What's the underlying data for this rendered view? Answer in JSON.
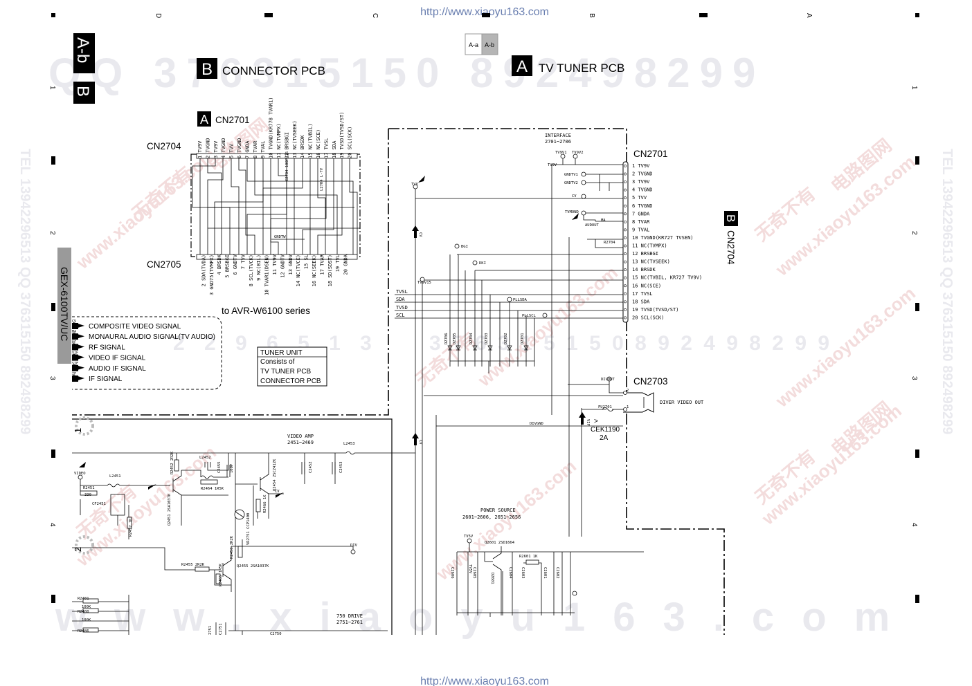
{
  "header": {
    "url_top": "http://www.xiaoyu163.com",
    "url_bottom": "http://www.xiaoyu163.com"
  },
  "grid": {
    "cols": [
      "D",
      "C",
      "B",
      "A"
    ],
    "rows": [
      "1",
      "2",
      "3",
      "4"
    ]
  },
  "sheet": {
    "tab_a": "A-a",
    "tab_b": "A-b",
    "side_label": "GEX-6100TV/UC"
  },
  "board_b": {
    "letter": "B",
    "title": "CONNECTOR PCB",
    "tag": "A-b"
  },
  "board_a": {
    "letter": "A",
    "title": "TV TUNER PCB"
  },
  "cn2701_b": {
    "letter": "A",
    "name": "CN2701"
  },
  "cn2704": {
    "name": "CN2704",
    "pins": [
      "TV9V",
      "TVGND",
      "TV9V",
      "TVGND",
      "TVV",
      "TVGND",
      "GNDA",
      "TVAR",
      "TVAL",
      "TVGND(KR778 TVAR1)",
      "NC(TVMPX)",
      "BRSBGI",
      "NC(TVSEEK)",
      "BRSDK",
      "NC(TVBIL)",
      "NC(SCE)",
      "TVSL",
      "SDA",
      "TVSD(TVSD/ST)",
      "SCL(SCK)"
    ]
  },
  "cn2705": {
    "name": "CN2705",
    "pins": [
      "SDA(TVDA)",
      "GND75(TVMPX)",
      "BRSDK",
      "BRSBGI",
      "GNDTV",
      "TVV",
      "SCL(TVCK)",
      "NC(BIL)",
      "TVAR1(DSEN)",
      "TV9V",
      "GNDTV",
      "GNDV",
      "NC(TVCE)",
      "SL",
      "NC(SEEK)",
      "TVAR",
      "SD(SDST)",
      "TVL",
      "GNDA"
    ]
  },
  "to_avr": "to AVR-W6100 series",
  "legend": [
    {
      "tag": "CV",
      "text": "COMPOSITE VIDEO SIGNAL"
    },
    {
      "tag": "MA",
      "text": "MONAURAL AUDIO SIGNAL(TV AUDIO)"
    },
    {
      "tag": "RF",
      "text": "RF SIGNAL"
    },
    {
      "tag": "VIF",
      "text": "VIDEO IF SIGNAL"
    },
    {
      "tag": "SIF",
      "text": "AUDIO IF SIGNAL"
    },
    {
      "tag": "IF",
      "text": "IF SIGNAL"
    }
  ],
  "tuner_unit": {
    "l1": "TUNER UNIT",
    "l2": "Consists of",
    "l3": "TV TUNER PCB",
    "l4": "CONNECTOR PCB"
  },
  "interface": {
    "title": "INTERFACE",
    "range": "2701~2706"
  },
  "cn2701": {
    "name": "CN2701",
    "pins": [
      "TV9V",
      "TVGND",
      "TV9V",
      "TVGND",
      "TVV",
      "TVGND",
      "GNDA",
      "TVAR",
      "TVAL",
      "TVGND(KR727 TVSEN)",
      "NC(TVMPX)",
      "BRSBGI",
      "NC(TVSEEK)",
      "BRSDK",
      "NC(TVBIL, KR727 TV9V)",
      "NC(SCE)",
      "TVSL",
      "SDA",
      "TVSD(TVSD/ST)",
      "SCL(SCK)"
    ]
  },
  "cn2704_right": {
    "letter": "B",
    "name": "CN2704"
  },
  "cn2703": {
    "name": "CN2703",
    "out": "DIVER VIDEO OUT",
    "fuse": "CEK1190",
    "fuse_rating": "2A",
    "fuse_ref": "FU2701",
    "divout": "DIVOUT",
    "divgnd": "DIVGND"
  },
  "bus_labels": [
    "TVSL",
    "SDA",
    "TVSD",
    "SCL"
  ],
  "nets": {
    "tv9v1": "TV9V1",
    "tv9v2": "TV9V2",
    "tv9v": "TV9V",
    "gndtv1": "GNDTV1",
    "gndtv2": "GNDTV2",
    "cv": "CV",
    "tvmond": "TVMOND",
    "audout": "AUDOUT",
    "ma": "MA",
    "r2704": "R2704",
    "bgi": "BGI",
    "dki": "DKI",
    "tv9v15": "TV9V15",
    "pllsda": "PLLSDA",
    "pllscl": "PLLSCL",
    "tvv": "TVV",
    "video": "VIDEO",
    "div": "DIV",
    "tv5v": "TV5V",
    "vif": "VIF"
  },
  "diodes": [
    "D2706",
    "D2705",
    "D2704",
    "D2703",
    "D2702",
    "D2701"
  ],
  "video_amp": {
    "title": "VIDEO AMP",
    "range": "2451~2469"
  },
  "power_source": {
    "title": "POWER SOURCE",
    "range": "2601~2606, 2651~2656"
  },
  "drive": {
    "title": "750 DRIVE",
    "range": "2751~2761"
  },
  "parts": {
    "l2451": "L2451",
    "r2451": "R2451",
    "r2451v": "330",
    "cf2451": "CF2451",
    "r2457": "R2457 1K",
    "q2451": "Q2451 2SA1037K",
    "r2452": "R2452 2R2K",
    "l2452": "L2452",
    "c2455": "C2455",
    "r2464": "R2464 1R5K",
    "c2456": "100P",
    "q2454": "Q2454 2SC2412K",
    "vr2751": "VR2751 CCP1400",
    "r2466": "R2466 1K",
    "r2456": "R2456 2R2K",
    "q2455": "Q2455 2SA1037K",
    "r2455": "R2455 2R2K",
    "r2465": "R2465 1R5K",
    "c2452": "C2452",
    "l2453": "L2453",
    "c2453": "C2453",
    "r2481": "R2481",
    "r2481v": "100K",
    "r2480": "R2480",
    "r2480v": "100K",
    "r2486": "R2486",
    "q2601": "Q2601 2SD1664",
    "r2601": "R2601 1K",
    "d2601": "D2601",
    "c2604": "C2604",
    "c2603": "C2603",
    "c2601": "C2601",
    "c2602": "C2602",
    "c2605": "C2605",
    "c2606": "C2606",
    "c2751": "C2751",
    "r2751": "2751",
    "c2750": "C2750"
  },
  "marks": {
    "circle1": "1",
    "circle2": "2"
  },
  "watermark": {
    "phone_top": "QQ 376315150    892498299",
    "web": "www.xiaoyu163.com",
    "cn": "无奇不有",
    "cn2": "电路图网",
    "mid": "3 7 6 3 1 5 1 5 0   8 9 2 4 9 8 2 9 9",
    "tel": "TEL 13942296513  QQ 376315150  892498299",
    "left_mid": "2 2 9 6 5 1 3"
  }
}
